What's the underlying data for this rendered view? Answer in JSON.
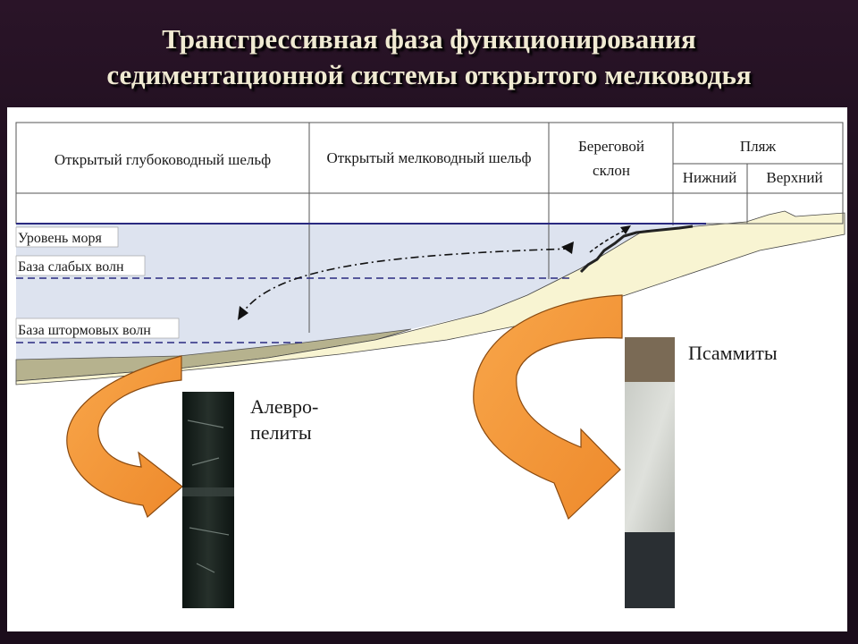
{
  "title": {
    "line1": "Трансгрессивная фаза функционирования",
    "line2": "седиментационной системы открытого мелководья"
  },
  "zones": {
    "deep_shelf": "Открытый глубоководный шельф",
    "shallow_shelf": "Открытый мелководный шельф",
    "coastal_slope_line1": "Береговой",
    "coastal_slope_line2": "склон",
    "beach": "Пляж",
    "beach_lower": "Нижний",
    "beach_upper": "Верхний"
  },
  "levels": {
    "sea_level": "Уровень моря",
    "weak_wave_base": "База слабых волн",
    "storm_wave_base": "База штормовых волн"
  },
  "samples": {
    "aleuropelites_line1": "Алевро-",
    "aleuropelites_line2": "пелиты",
    "psammites": "Псаммиты"
  },
  "colors": {
    "title_text": "#f0ead2",
    "water": "#dde3ef",
    "sand": "#f8f4d2",
    "mud": "#b6b28e",
    "arrow": "#f59a3c",
    "sea_line": "#2a2a80"
  }
}
